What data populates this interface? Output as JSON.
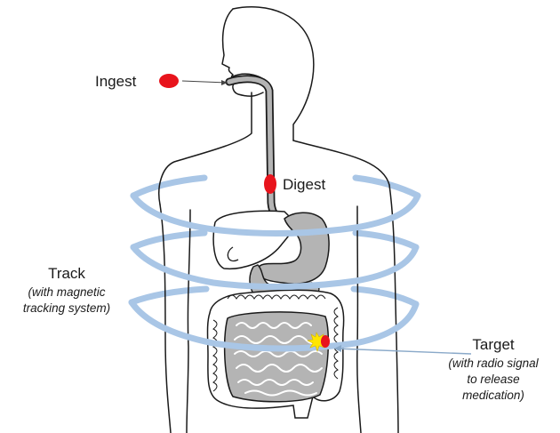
{
  "steps": {
    "ingest": {
      "label": "Ingest"
    },
    "digest": {
      "label": "Digest"
    },
    "track": {
      "label": "Track",
      "detail": [
        "(with magnetic",
        "tracking system)"
      ]
    },
    "target": {
      "label": "Target",
      "detail": [
        "(with radio signal",
        "to release",
        "medication)"
      ]
    }
  },
  "colors": {
    "capsule": "#e8141c",
    "coil": "#a9c6e6",
    "organ_fill": "#b4b4b4",
    "outline": "#1a1a1a",
    "burst": "#ffe600",
    "arrow": "#8aa9c9"
  }
}
